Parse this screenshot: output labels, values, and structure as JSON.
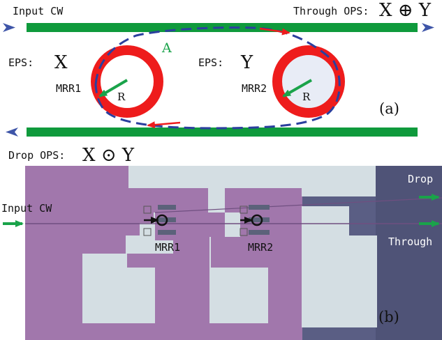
{
  "panel_a": {
    "input_label": "Input CW",
    "through_label": "Through OPS:",
    "through_expr": "X ⊕ Y",
    "drop_label": "Drop OPS:",
    "drop_expr": "X ⊙ Y",
    "eps1_label": "EPS:",
    "eps1_var": "X",
    "eps2_label": "EPS:",
    "eps2_var": "Y",
    "mrr1_label": "MRR1",
    "mrr2_label": "MRR2",
    "radius_label1": "R",
    "radius_label2": "R",
    "point_label": "A",
    "panel_tag": "(a)"
  },
  "panel_b": {
    "input_label": "Input CW",
    "drop_label": "Drop",
    "through_label": "Through",
    "mrr1_label": "MRR1",
    "mrr2_label": "MRR2",
    "panel_tag": "(b)"
  },
  "colors": {
    "waveguide": "#0f9a3c",
    "ring": "#ee1c1c",
    "path_dash": "#2b3f9e",
    "arrow_blue": "#3e55a8",
    "arrow_green": "#1aa34a",
    "chip_purple": "#a177ac",
    "chip_metal": "#d4dee3",
    "chip_dark": "#5a5e84"
  }
}
